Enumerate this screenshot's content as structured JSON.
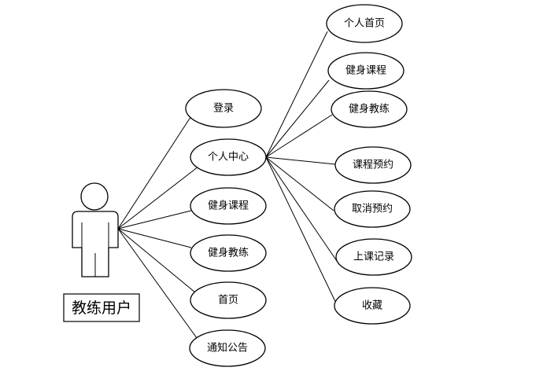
{
  "actor": {
    "label": "教练用户"
  },
  "use_cases": {
    "login": "登录",
    "personal_center": "个人中心",
    "fitness_courses": "健身课程",
    "fitness_coaches": "健身教练",
    "home": "首页",
    "notice": "通知公告"
  },
  "personal_center_items": {
    "personal_home": "个人首页",
    "fitness_courses": "健身课程",
    "fitness_coaches": "健身教练",
    "course_booking": "课程预约",
    "cancel_booking": "取消预约",
    "class_records": "上课记录",
    "favorites": "收藏"
  }
}
